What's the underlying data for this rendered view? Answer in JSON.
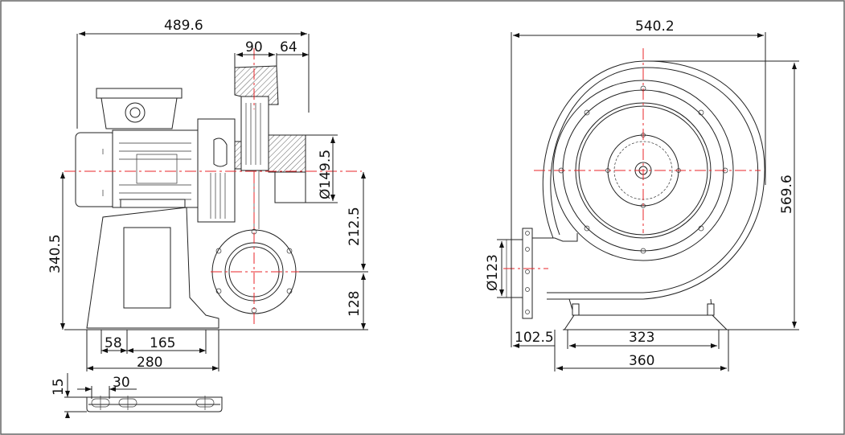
{
  "dimensions": {
    "side_view": {
      "overall_length": "489.6",
      "flange_90": "90",
      "flange_64": "64",
      "outlet_diameter": "Ø149.5",
      "height_340": "340.5",
      "height_212": "212.5",
      "height_128": "128",
      "foot_58": "58",
      "foot_165": "165",
      "foot_280": "280"
    },
    "foot_plate": {
      "slot_15": "15",
      "slot_30": "30"
    },
    "front_view": {
      "overall_width": "540.2",
      "overall_height": "569.6",
      "inlet_diameter": "Ø123",
      "offset_102": "102.5",
      "base_323": "323",
      "base_360": "360"
    }
  },
  "colors": {
    "centerline": "#e8262a",
    "line": "#222222",
    "background": "#ffffff"
  }
}
